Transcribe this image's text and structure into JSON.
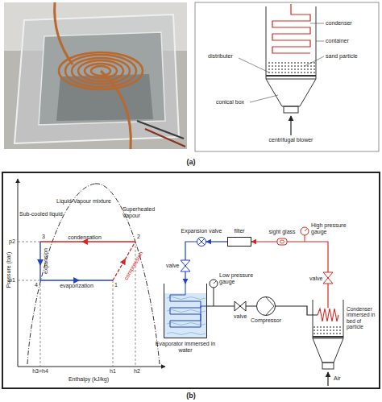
{
  "diagram": {
    "nodes": [
      {
        "text": [
          "Expansion valve"
        ]
      },
      {
        "text": [
          "filter"
        ]
      },
      {
        "text": [
          "Evaporator immersed in water"
        ]
      },
      {
        "text": [
          "Compressor"
        ]
      },
      {
        "text": [
          "Condenser immersed in bed of particle"
        ]
      }
    ],
    "edges": [
      {
        "from": 4,
        "to": 1,
        "arrow": "to"
      },
      {
        "from": 1,
        "to": 0,
        "arrow": "to"
      },
      {
        "from": 0,
        "to": 2,
        "arrow": "to"
      },
      {
        "from": 2,
        "to": 3,
        "arrow": "none"
      },
      {
        "from": 3,
        "to": 4,
        "arrow": "none"
      }
    ],
    "labels": [
      "(a)",
      "distributer",
      "condenser",
      "container",
      "sand particle",
      "conical box",
      "centrifugal blower",
      "Pressure (bar)",
      "Sub-cooled liquid",
      "Liquid-Vapour mixture",
      "Superheated Vapour",
      "p2",
      "p1",
      "3",
      "2",
      "4",
      "1",
      "condensation",
      "expansion",
      "evaporization",
      "compression",
      "h3=h4",
      "h1",
      "h2",
      "Enthalpy (kJ/kg)",
      "sight glass",
      "High pressure gauge",
      "valve",
      "valve",
      "Low pressure gauge",
      "valve",
      "Air",
      "(b)"
    ]
  }
}
